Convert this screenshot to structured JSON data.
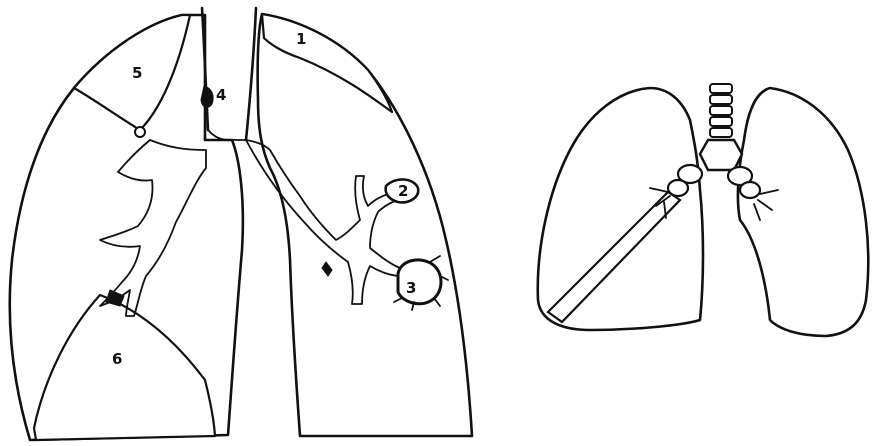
{
  "figure_left": {
    "labels": {
      "l1": "1",
      "l2": "2",
      "l3": "3",
      "l4": "4",
      "l5": "5",
      "l6": "6"
    }
  },
  "colors": {
    "ink": "#111111",
    "paper": "#ffffff"
  }
}
